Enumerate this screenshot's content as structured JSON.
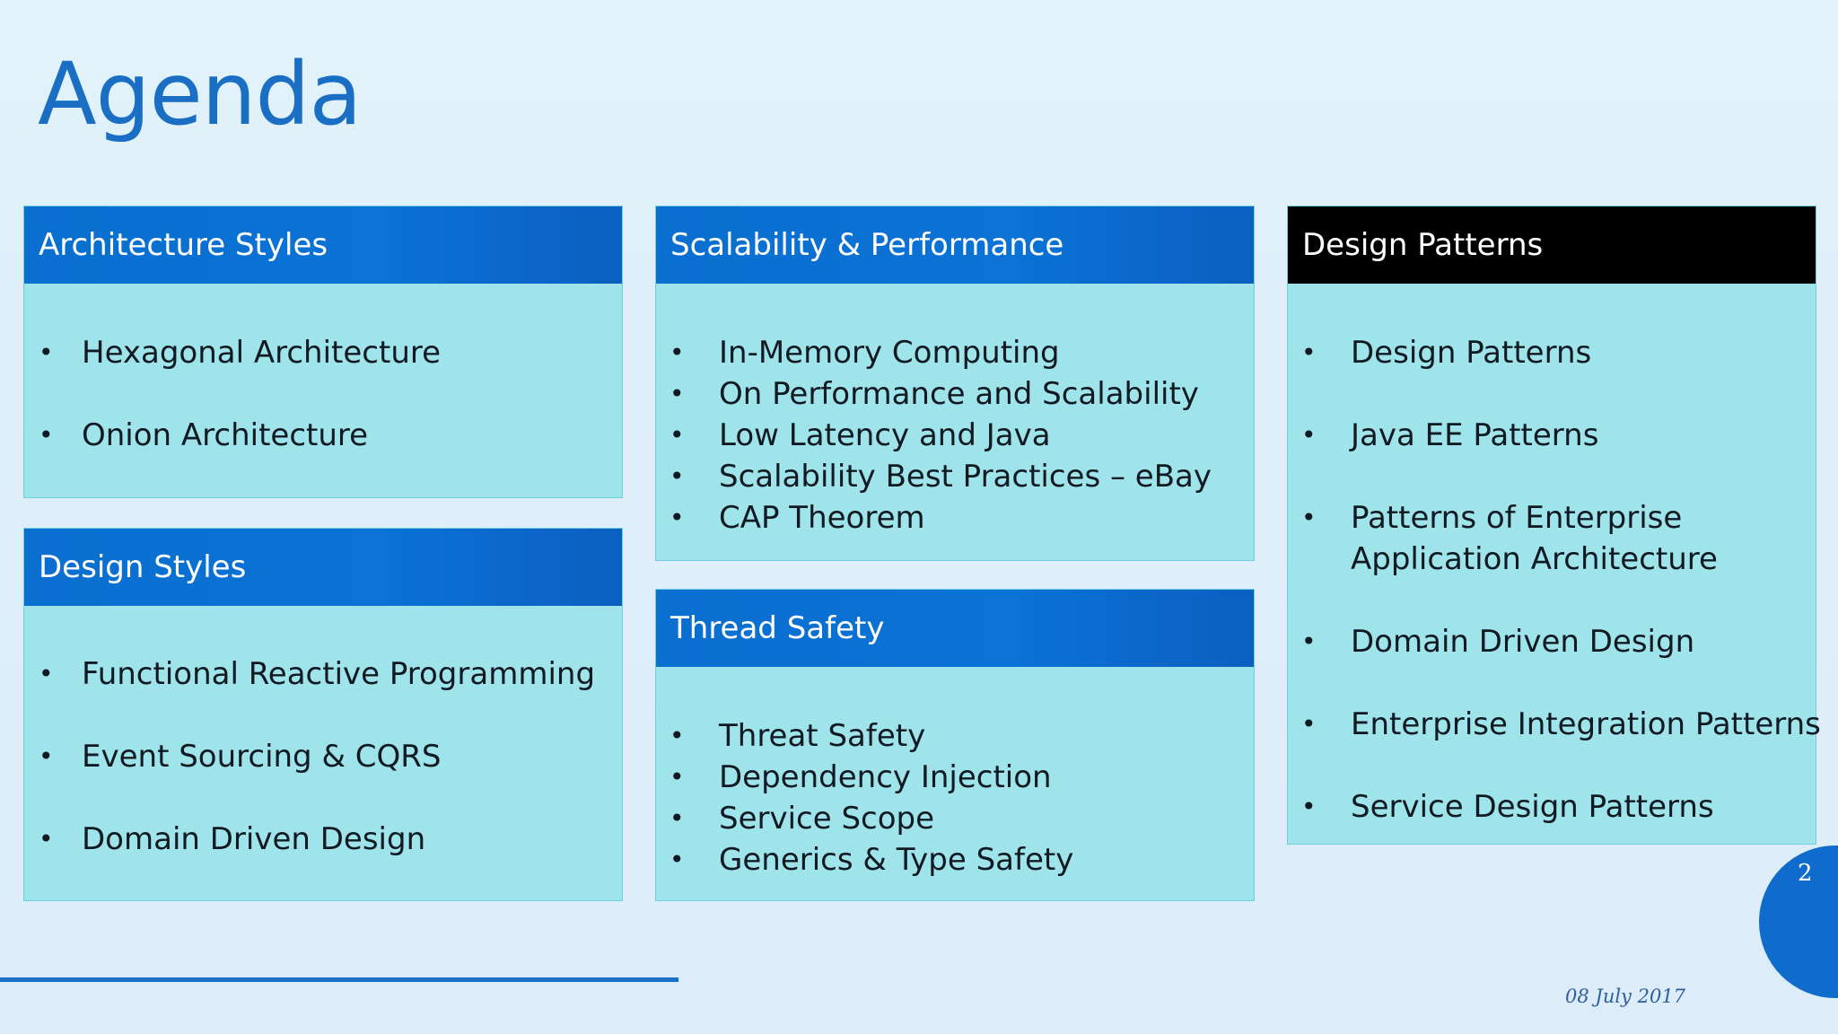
{
  "slide": {
    "title": "Agenda",
    "page_number": "2",
    "date": "08 July 2017"
  },
  "colors": {
    "title": "#1a6fc4",
    "header_blue": "#0b72d6",
    "header_dark": "#000000",
    "card_body": "#9ee4ea",
    "accent_circle": "#0f6bcc"
  },
  "cards": {
    "architecture": {
      "title": "Architecture Styles",
      "items": [
        "Hexagonal Architecture",
        "Onion Architecture"
      ]
    },
    "design_styles": {
      "title": "Design Styles",
      "items": [
        "Functional Reactive Programming",
        "Event Sourcing & CQRS",
        "Domain Driven Design"
      ]
    },
    "scalability": {
      "title": "Scalability & Performance",
      "items": [
        "In-Memory Computing",
        "On Performance and Scalability",
        "Low Latency and Java",
        "Scalability Best Practices – eBay",
        "CAP Theorem"
      ]
    },
    "thread_safety": {
      "title": "Thread Safety",
      "items": [
        "Threat Safety",
        "Dependency Injection",
        "Service Scope",
        "Generics & Type Safety"
      ]
    },
    "design_patterns": {
      "title": "Design Patterns",
      "items": [
        "Design Patterns",
        "Java EE Patterns",
        "Patterns of Enterprise",
        "Application Architecture",
        "Domain Driven Design",
        "Enterprise Integration Patterns",
        "Service Design Patterns"
      ]
    }
  },
  "bullet": "•"
}
